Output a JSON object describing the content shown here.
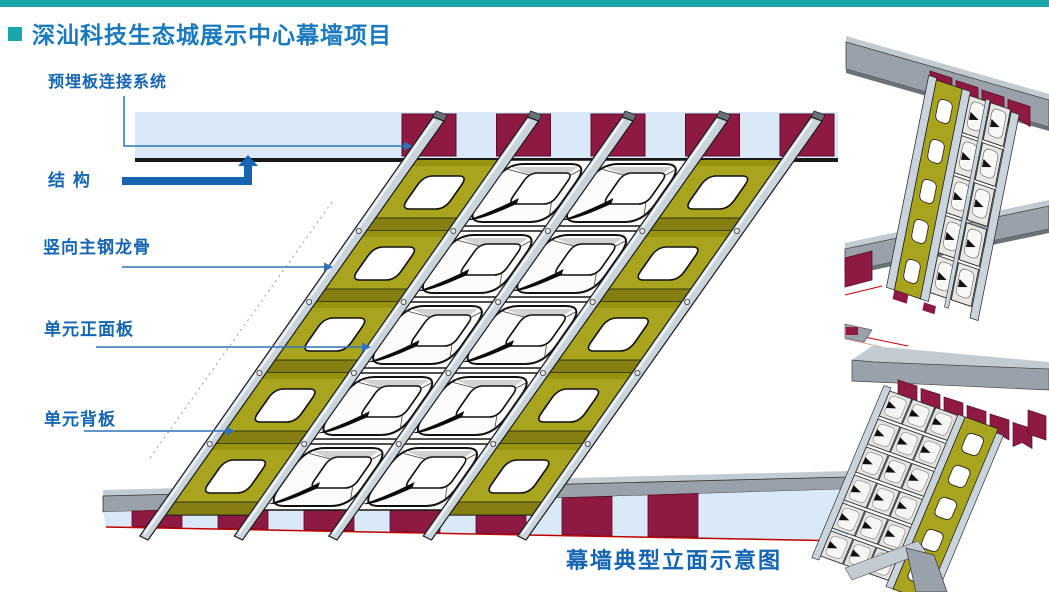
{
  "page": {
    "title": "深汕科技生态城展示中心幕墙项目",
    "caption": "幕墙典型立面示意图"
  },
  "labels": {
    "embedded_plate": "预埋板连接系统",
    "structure": "结 构",
    "steel_keel": "竖向主钢龙骨",
    "front_panel": "单元正面板",
    "back_panel": "单元背板"
  },
  "diagram": {
    "grid": {
      "rows": 5,
      "column_pattern": [
        "back-panel",
        "front-panel",
        "front-panel",
        "back-panel"
      ],
      "rail_count": 5,
      "embedded_plate_count": 5,
      "bottom_plate_count": 7
    }
  },
  "colors": {
    "teal": "#18A8AC",
    "title_blue": "#1B79BE",
    "label_blue": "#1565B0",
    "leader_blue": "#2E74B5",
    "slab_blue": "#D9E9F8",
    "line_dark": "#1A1A1A",
    "maroon": "#8E1A43",
    "maroon_dark": "#5E0E2B",
    "olive": "#A9A41E",
    "olive_mid": "#97930F",
    "olive_dark": "#847F10",
    "panel_white": "#FFFFFF",
    "panel_shade": "#D2D2D2",
    "steel": "#CAD4DC",
    "steel_light": "#EDF2F6",
    "beam_top": "#C3CBD2",
    "beam_front": "#99A2AB",
    "beam_dark": "#6A727A",
    "red_line": "#C00000",
    "dotted_gray": "#999999"
  }
}
